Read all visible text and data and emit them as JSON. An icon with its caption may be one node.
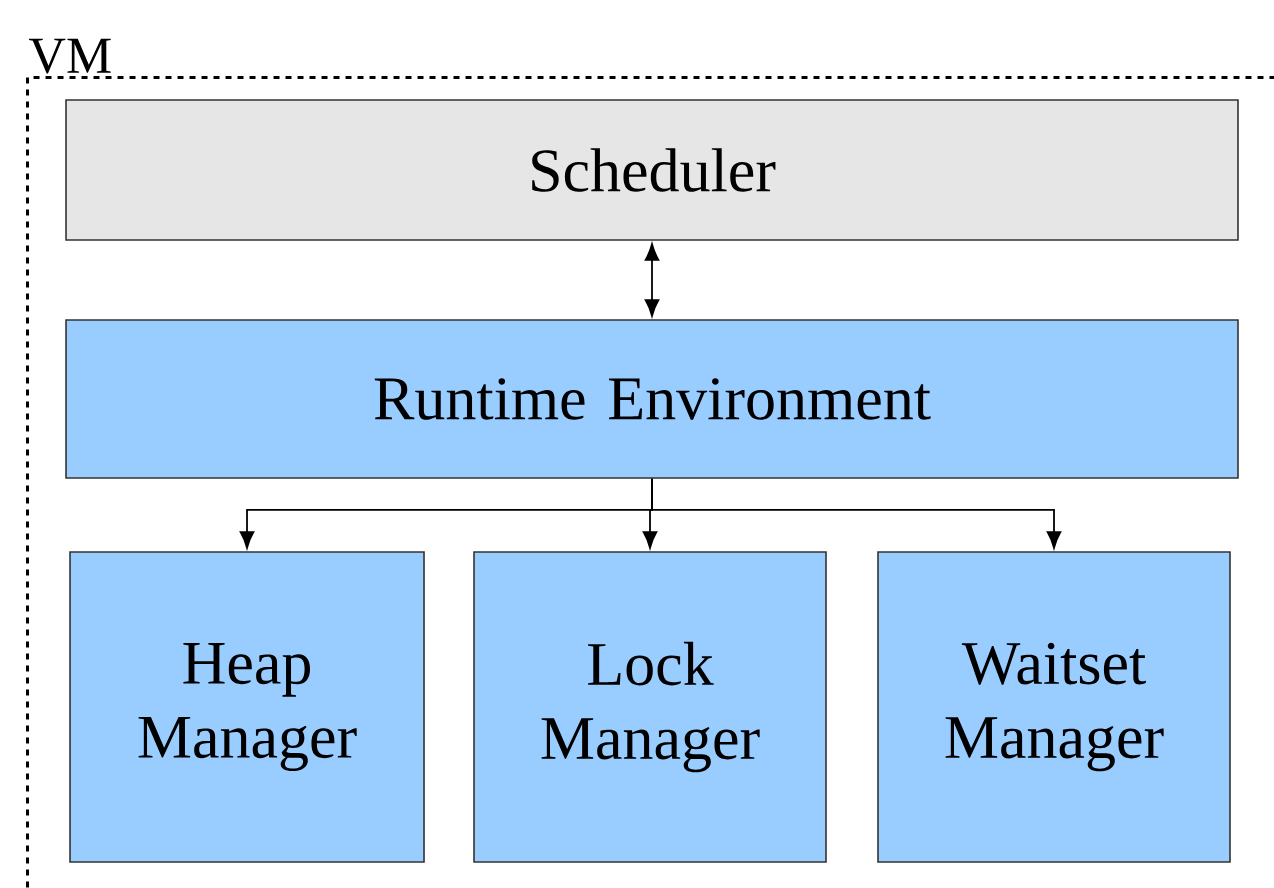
{
  "diagram": {
    "nodes": [
      {
        "text": [
          "VM"
        ]
      },
      {
        "text": [
          "Scheduler"
        ],
        "in": 0
      },
      {
        "text": [
          "Runtime Environment"
        ],
        "in": 0
      },
      {
        "text": [
          "Heap Manager"
        ],
        "in": 0
      },
      {
        "text": [
          "Lock Manager"
        ],
        "in": 0
      },
      {
        "text": [
          "Waitset Manager"
        ],
        "in": 0
      }
    ],
    "edges": [
      {
        "from": 1,
        "to": 2,
        "arrow": "both"
      },
      {
        "from": 2,
        "to": 3,
        "arrow": "to"
      },
      {
        "from": 2,
        "to": 4,
        "arrow": "to"
      },
      {
        "from": 2,
        "to": 5,
        "arrow": "to"
      }
    ]
  }
}
